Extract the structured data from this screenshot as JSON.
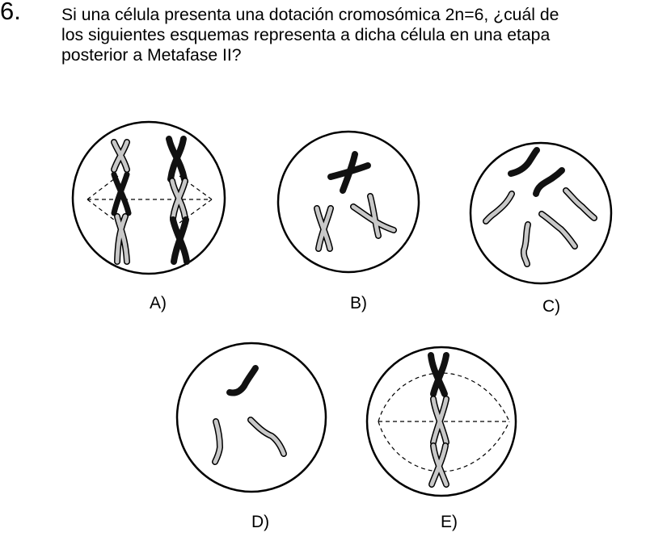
{
  "question": {
    "number": "6.",
    "lines": [
      "Si una célula presenta una dotación cromosómica 2n=6, ¿cuál de",
      "los siguientes esquemas representa a dicha célula en una etapa",
      "posterior a Metafase II?"
    ]
  },
  "options": [
    {
      "label": "A)"
    },
    {
      "label": "B)"
    },
    {
      "label": "C)"
    },
    {
      "label": "D)"
    },
    {
      "label": "E)"
    }
  ],
  "colors": {
    "dark_chromosome": "#111111",
    "light_chromosome": "#c8c8c8",
    "outline": "#000000"
  }
}
